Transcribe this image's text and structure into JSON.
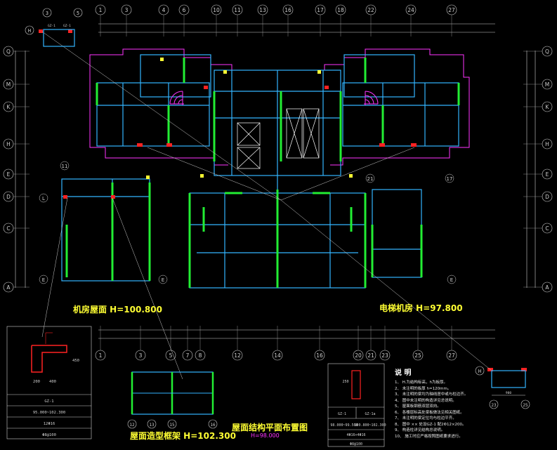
{
  "titles": {
    "machine_room_roof": "机房屋面 H=100.800",
    "elevator_room": "电梯机房 H=97.800",
    "roof_frame": "屋面造型框架 H=102.300",
    "main_plan": "屋面结构平面布置图",
    "main_plan_elev": "H=98.000"
  },
  "notes": {
    "title": "说 明",
    "items": [
      "1、 H.为结构标高，h为板厚。",
      "2、 未注明的板厚 h=120mm。",
      "3、 未注明的梁均为轴线居中或与柱边齐。",
      "4、 图中未注明的构造详见总说明。",
      "5、 屋面板钢筋双层双向。",
      "6、 各楼层标高处梁板做法见相关图纸。",
      "7、 未注明的梁定位均与柱边平齐。",
      "8、 图中 ×× 处设GZ-1 配2Φ12×200。",
      "9、 构造柱详见结构总说明。",
      "10、 施工时应严格按照图纸要求进行。"
    ]
  },
  "column_tables": {
    "gz1": {
      "name": "GZ-1",
      "elev": "95.000~102.300",
      "rebar": "12Φ16",
      "stirrup": "Φ8@100"
    },
    "gz1a": {
      "name1": "GZ-1",
      "name2": "GZ-1a",
      "elev": "98.000~99.500",
      "elev2": "100.800~102.300",
      "rebar": "4Φ16+4Φ16",
      "stirrup": "Φ8@100"
    },
    "dims": {
      "d200": "200",
      "d400": "400",
      "d450": "450",
      "d250": "250"
    }
  },
  "axes_top": [
    "1",
    "3",
    "4",
    "6",
    "10",
    "11",
    "13",
    "16",
    "17",
    "18",
    "22",
    "24",
    "27"
  ],
  "axes_bottom": [
    "1",
    "3",
    "5",
    "7",
    "8",
    "12",
    "14",
    "16",
    "20",
    "21",
    "23",
    "25",
    "27"
  ],
  "axes_left": [
    "Q",
    "M",
    "K",
    "H",
    "E",
    "D",
    "C",
    "A"
  ],
  "axes_right": [
    "Q",
    "M",
    "K",
    "H",
    "E",
    "D",
    "C",
    "A"
  ],
  "inset_top_left": {
    "axes": [
      "3",
      "5"
    ],
    "row": "H",
    "label1": "GZ-1",
    "label2": "GZ-1"
  },
  "inset_bottom_right": {
    "axes": [
      "23",
      "25"
    ],
    "row": "H",
    "dim": "900"
  },
  "roof_frame_axes": [
    "12",
    "13",
    "15",
    "16"
  ],
  "grid_labels": {
    "left_e": "E",
    "right_e": "E",
    "lower_left": "E",
    "c11": "11",
    "c21": "21",
    "c17": "17",
    "c18": "18"
  }
}
